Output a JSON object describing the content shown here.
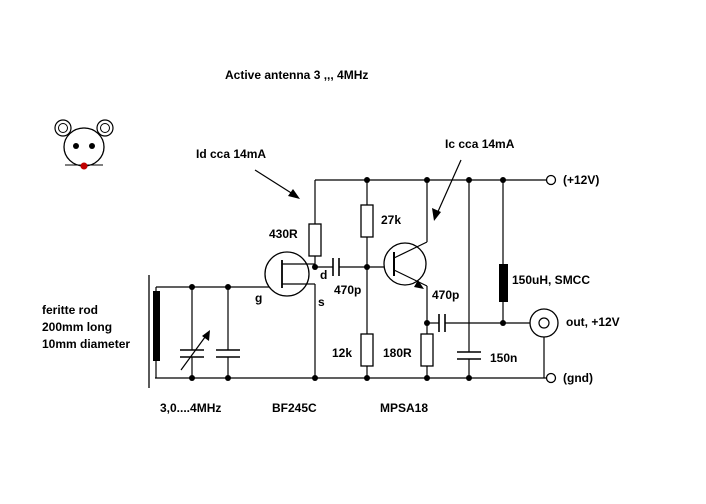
{
  "title": "Active antenna 3 ,,, 4MHz",
  "annotations": {
    "id_current": "Id cca 14mA",
    "ic_current": "Ic cca 14mA"
  },
  "components": {
    "r_drain": "430R",
    "r_top": "27k",
    "r_bottom": "12k",
    "r_emitter": "180R",
    "c_coupling1": "470p",
    "c_coupling2": "470p",
    "c_bypass": "150n",
    "choke": "150uH, SMCC",
    "jfet": "BF245C",
    "bjt": "MPSA18",
    "tuning_range": "3,0....4MHz"
  },
  "pins": {
    "gate": "g",
    "drain": "d",
    "source": "s"
  },
  "rails": {
    "supply": "(+12V)",
    "ground": "(gnd)",
    "output": "out, +12V"
  },
  "rod": {
    "line1": "feritte rod",
    "line2": "200mm long",
    "line3": "10mm diameter"
  }
}
